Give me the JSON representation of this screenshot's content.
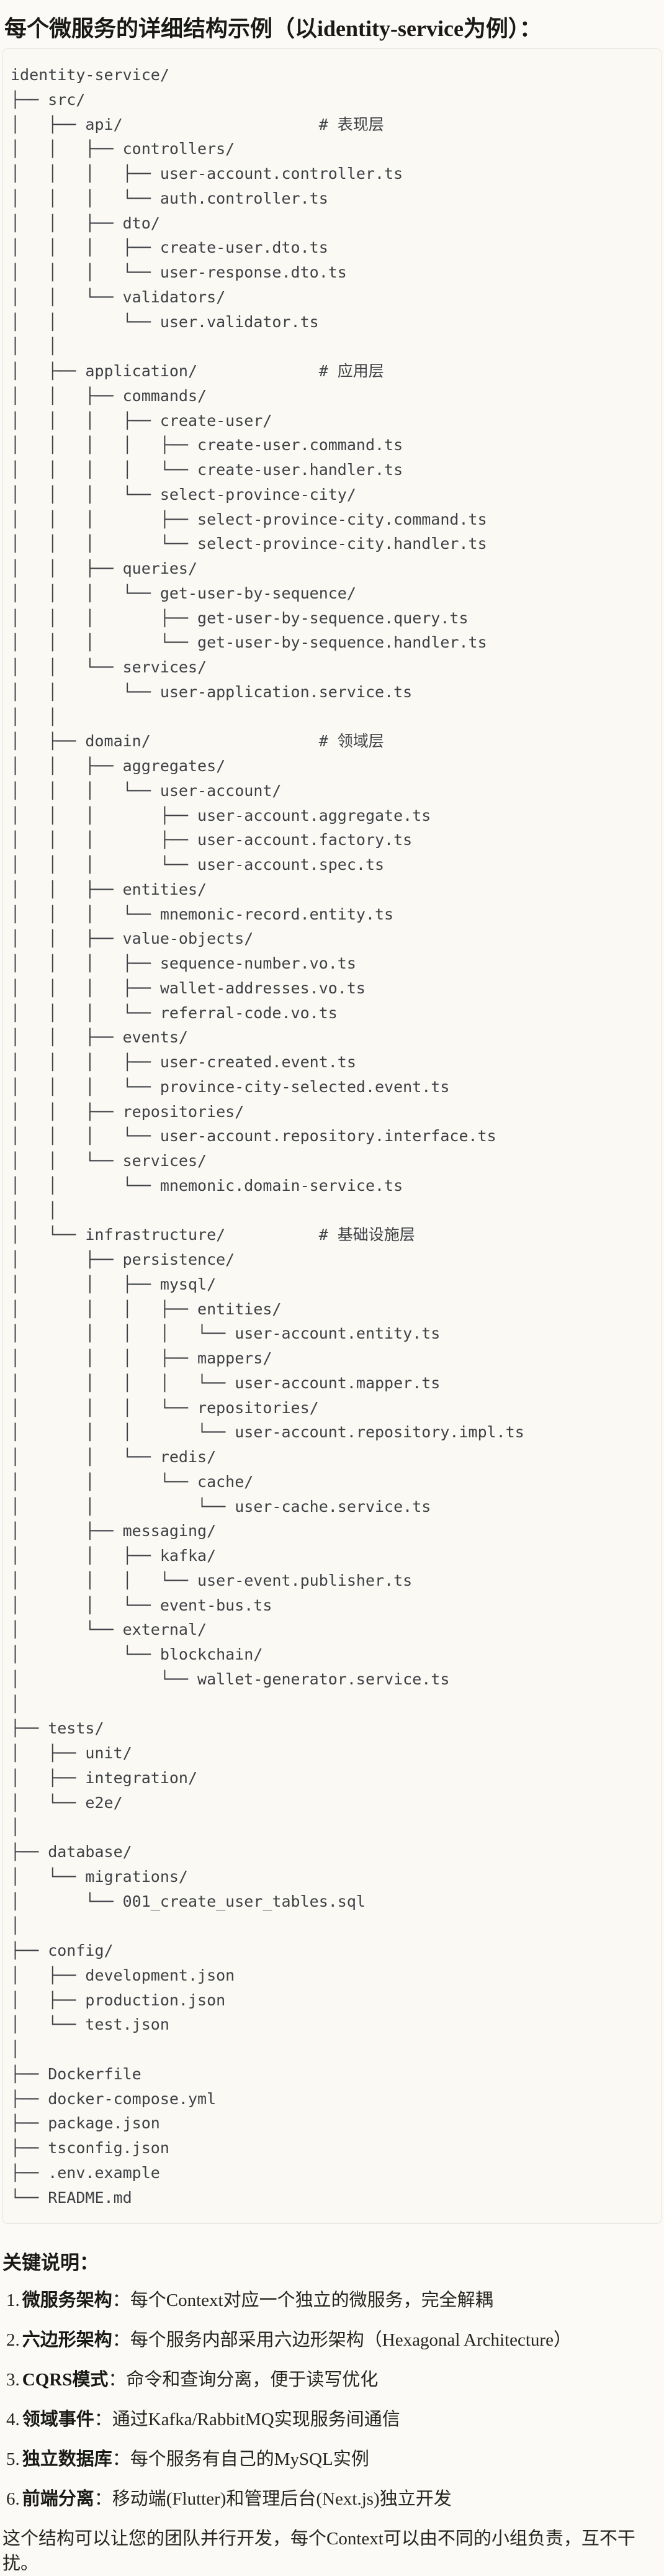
{
  "title": "每个微服务的详细结构示例（以identity-service为例）：",
  "code_block": {
    "lines": [
      "identity-service/",
      "├── src/",
      "│   ├── api/                     # 表现层",
      "│   │   ├── controllers/",
      "│   │   │   ├── user-account.controller.ts",
      "│   │   │   └── auth.controller.ts",
      "│   │   ├── dto/",
      "│   │   │   ├── create-user.dto.ts",
      "│   │   │   └── user-response.dto.ts",
      "│   │   └── validators/",
      "│   │       └── user.validator.ts",
      "│   │",
      "│   ├── application/             # 应用层",
      "│   │   ├── commands/",
      "│   │   │   ├── create-user/",
      "│   │   │   │   ├── create-user.command.ts",
      "│   │   │   │   └── create-user.handler.ts",
      "│   │   │   └── select-province-city/",
      "│   │   │       ├── select-province-city.command.ts",
      "│   │   │       └── select-province-city.handler.ts",
      "│   │   ├── queries/",
      "│   │   │   └── get-user-by-sequence/",
      "│   │   │       ├── get-user-by-sequence.query.ts",
      "│   │   │       └── get-user-by-sequence.handler.ts",
      "│   │   └── services/",
      "│   │       └── user-application.service.ts",
      "│   │",
      "│   ├── domain/                  # 领域层",
      "│   │   ├── aggregates/",
      "│   │   │   └── user-account/",
      "│   │   │       ├── user-account.aggregate.ts",
      "│   │   │       ├── user-account.factory.ts",
      "│   │   │       └── user-account.spec.ts",
      "│   │   ├── entities/",
      "│   │   │   └── mnemonic-record.entity.ts",
      "│   │   ├── value-objects/",
      "│   │   │   ├── sequence-number.vo.ts",
      "│   │   │   ├── wallet-addresses.vo.ts",
      "│   │   │   └── referral-code.vo.ts",
      "│   │   ├── events/",
      "│   │   │   ├── user-created.event.ts",
      "│   │   │   └── province-city-selected.event.ts",
      "│   │   ├── repositories/",
      "│   │   │   └── user-account.repository.interface.ts",
      "│   │   └── services/",
      "│   │       └── mnemonic.domain-service.ts",
      "│   │",
      "│   └── infrastructure/          # 基础设施层",
      "│       ├── persistence/",
      "│       │   ├── mysql/",
      "│       │   │   ├── entities/",
      "│       │   │   │   └── user-account.entity.ts",
      "│       │   │   ├── mappers/",
      "│       │   │   │   └── user-account.mapper.ts",
      "│       │   │   └── repositories/",
      "│       │   │       └── user-account.repository.impl.ts",
      "│       │   └── redis/",
      "│       │       └── cache/",
      "│       │           └── user-cache.service.ts",
      "│       ├── messaging/",
      "│       │   ├── kafka/",
      "│       │   │   └── user-event.publisher.ts",
      "│       │   └── event-bus.ts",
      "│       └── external/",
      "│           └── blockchain/",
      "│               └── wallet-generator.service.ts",
      "│",
      "├── tests/",
      "│   ├── unit/",
      "│   ├── integration/",
      "│   └── e2e/",
      "│",
      "├── database/",
      "│   └── migrations/",
      "│       └── 001_create_user_tables.sql",
      "│",
      "├── config/",
      "│   ├── development.json",
      "│   ├── production.json",
      "│   └── test.json",
      "│",
      "├── Dockerfile",
      "├── docker-compose.yml",
      "├── package.json",
      "├── tsconfig.json",
      "├── .env.example",
      "└── README.md"
    ]
  },
  "notes": {
    "heading": "关键说明：",
    "label_separator": "：",
    "items": [
      {
        "num": "1.",
        "label": "微服务架构",
        "text": "每个Context对应一个独立的微服务，完全解耦"
      },
      {
        "num": "2.",
        "label": "六边形架构",
        "text": "每个服务内部采用六边形架构（Hexagonal Architecture）"
      },
      {
        "num": "3.",
        "label": "CQRS模式",
        "text": "命令和查询分离，便于读写优化"
      },
      {
        "num": "4.",
        "label": "领域事件",
        "text": "通过Kafka/RabbitMQ实现服务间通信"
      },
      {
        "num": "5.",
        "label": "独立数据库",
        "text": "每个服务有自己的MySQL实例"
      },
      {
        "num": "6.",
        "label": "前端分离",
        "text": "移动端(Flutter)和管理后台(Next.js)独立开发"
      }
    ],
    "closing": "这个结构可以让您的团队并行开发，每个Context可以由不同的小组负责，互不干扰。"
  }
}
